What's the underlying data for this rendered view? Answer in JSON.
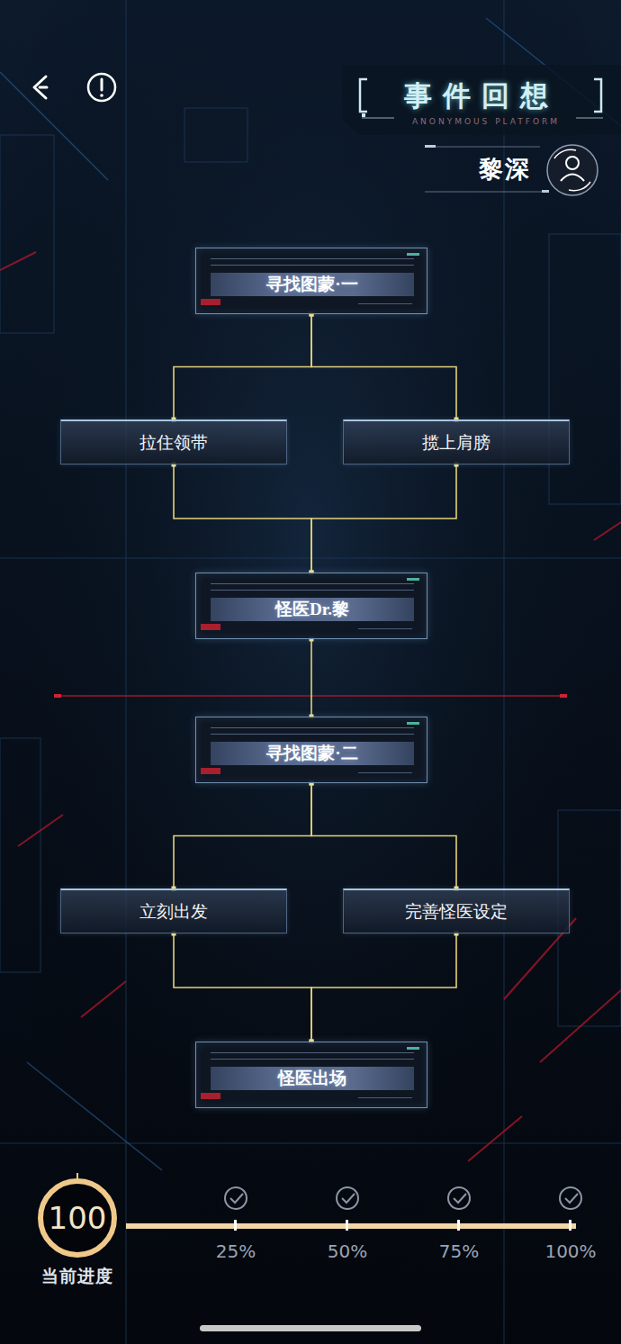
{
  "diagram": {
    "title": "事件回想",
    "nodes": [
      {
        "text": [
          "寻找图蒙·一"
        ]
      },
      {
        "text": [
          "拉住领带"
        ]
      },
      {
        "text": [
          "揽上肩膀"
        ]
      },
      {
        "text": [
          "怪医Dr.黎"
        ]
      },
      {
        "text": [
          "寻找图蒙·二"
        ]
      },
      {
        "text": [
          "立刻出发"
        ]
      },
      {
        "text": [
          "完善怪医设定"
        ]
      },
      {
        "text": [
          "怪医出场"
        ]
      }
    ],
    "edges": [
      {
        "from": 0,
        "to": 1,
        "arrow": "none"
      },
      {
        "from": 0,
        "to": 2,
        "arrow": "none"
      },
      {
        "from": 1,
        "to": 3,
        "arrow": "none"
      },
      {
        "from": 2,
        "to": 3,
        "arrow": "none"
      },
      {
        "from": 3,
        "to": 4,
        "arrow": "none"
      },
      {
        "from": 4,
        "to": 5,
        "arrow": "none"
      },
      {
        "from": 4,
        "to": 6,
        "arrow": "none"
      },
      {
        "from": 5,
        "to": 7,
        "arrow": "none"
      },
      {
        "from": 6,
        "to": 7,
        "arrow": "none"
      }
    ],
    "labels": [
      "ANONYMOUS PLATFORM",
      "黎深",
      "100",
      "当前进度",
      "25%",
      "50%",
      "75%",
      "100%"
    ]
  }
}
